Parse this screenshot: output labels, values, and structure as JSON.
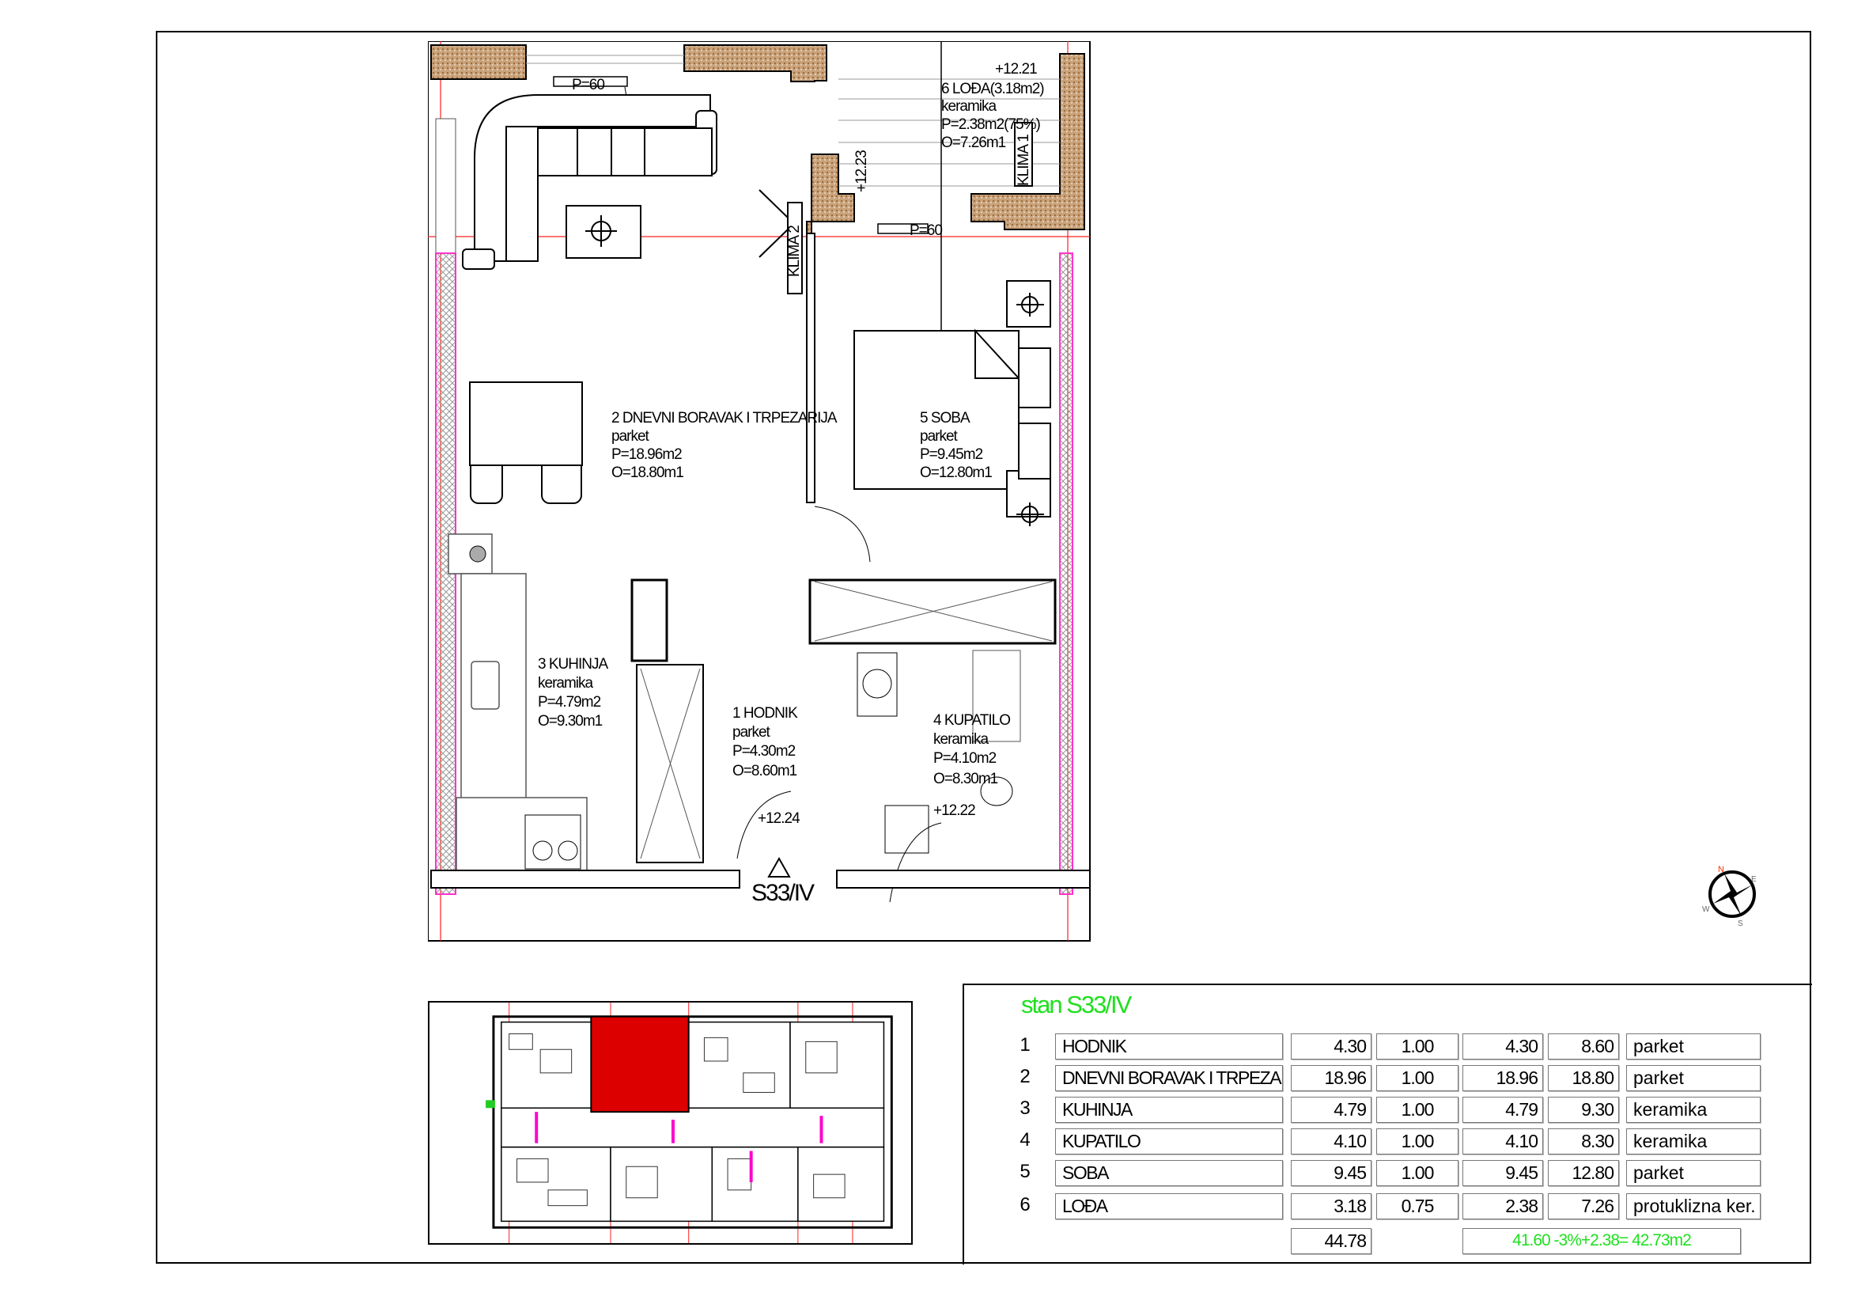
{
  "plan": {
    "rooms": [
      {
        "label": "1 HODNIK",
        "floor": "parket",
        "area": "P=4.30m2",
        "perimeter": "O=8.60m1"
      },
      {
        "label": "2 DNEVNI BORAVAK I TRPEZARIJA",
        "floor": "parket",
        "area": "P=18.96m2",
        "perimeter": "O=18.80m1"
      },
      {
        "label": "3 KUHINJA",
        "floor": "keramika",
        "area": "P=4.79m2",
        "perimeter": "O=9.30m1"
      },
      {
        "label": "4 KUPATILO",
        "floor": "keramika",
        "area": "P=4.10m2",
        "perimeter": "O=8.30m1"
      },
      {
        "label": "5 SOBA",
        "floor": "parket",
        "area": "P=9.45m2",
        "perimeter": "O=12.80m1"
      },
      {
        "label": "6 LOĐA(3.18m2)",
        "floor": "keramika",
        "area": "P=2.38m2(75%)",
        "perimeter": "O=7.26m1"
      }
    ],
    "levels": [
      "+12.21",
      "+12.23",
      "+12.24",
      "+12.22"
    ],
    "windows": [
      "P=60",
      "P=60"
    ],
    "ac_units": [
      "KLIMA 1",
      "KLIMA 2"
    ],
    "unit_mark": "S33/IV",
    "compass": {
      "n": "N",
      "e": "E",
      "s": "S",
      "w": "W"
    }
  },
  "table": {
    "title": "stan S33/IV",
    "rows": [
      {
        "no": "1",
        "name": "HODNIK",
        "area": "4.30",
        "coef": "1.00",
        "net": "4.30",
        "perimeter": "8.60",
        "floor": "parket"
      },
      {
        "no": "2",
        "name": "DNEVNI BORAVAK I TRPEZARIJA",
        "area": "18.96",
        "coef": "1.00",
        "net": "18.96",
        "perimeter": "18.80",
        "floor": "parket"
      },
      {
        "no": "3",
        "name": "KUHINJA",
        "area": "4.79",
        "coef": "1.00",
        "net": "4.79",
        "perimeter": "9.30",
        "floor": "keramika"
      },
      {
        "no": "4",
        "name": "KUPATILO",
        "area": "4.10",
        "coef": "1.00",
        "net": "4.10",
        "perimeter": "8.30",
        "floor": "keramika"
      },
      {
        "no": "5",
        "name": "SOBA",
        "area": "9.45",
        "coef": "1.00",
        "net": "9.45",
        "perimeter": "12.80",
        "floor": "parket"
      },
      {
        "no": "6",
        "name": "LOĐA",
        "area": "3.18",
        "coef": "0.75",
        "net": "2.38",
        "perimeter": "7.26",
        "floor": "protuklizna ker."
      }
    ],
    "total_area": "44.78",
    "total_formula": "41.60 -3%+2.38= 42.73m2"
  },
  "colors": {
    "accent_green": "#1ee01e",
    "highlight_red": "#dd0000",
    "wall_brown": "#c49a6c",
    "insulation_pink": "#ff33cc"
  }
}
